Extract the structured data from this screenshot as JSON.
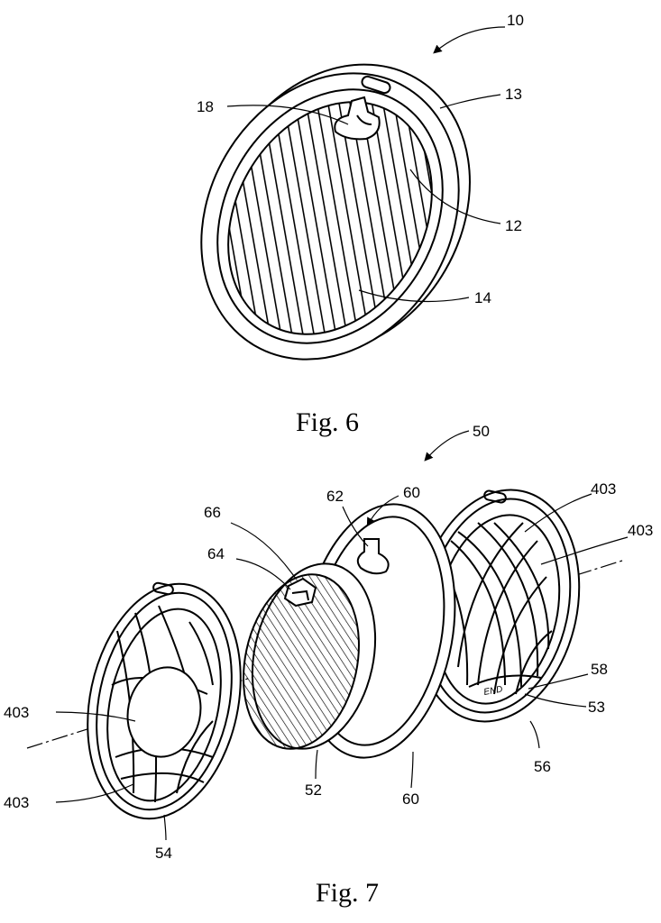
{
  "figure6": {
    "caption": "Fig. 6",
    "refs": {
      "r10": "10",
      "r13": "13",
      "r18": "18",
      "r12": "12",
      "r14": "14"
    }
  },
  "figure7": {
    "caption": "Fig. 7",
    "refs": {
      "r50": "50",
      "r60_top": "60",
      "r62": "62",
      "r66": "66",
      "r64": "64",
      "r403_a": "403",
      "r403_b": "403",
      "r403_c": "403",
      "r403_d": "403",
      "r58": "58",
      "r53": "53",
      "r56": "56",
      "r52": "52",
      "r60_bottom": "60",
      "r54": "54"
    },
    "end_mark": "END"
  },
  "colors": {
    "ink": "#000000",
    "paper": "#ffffff"
  }
}
